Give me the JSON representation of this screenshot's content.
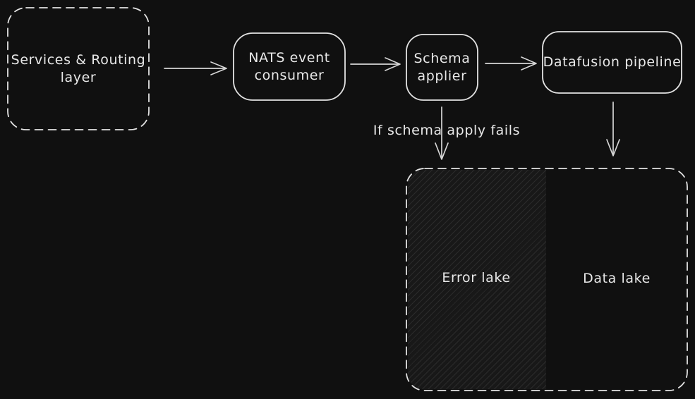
{
  "diagram": {
    "background_color": "#101010",
    "stroke_color": "#e3e3e3",
    "nodes": {
      "services": {
        "line1": "Services & Routing",
        "line2": "layer",
        "border": "dashed"
      },
      "nats": {
        "line1": "NATS event",
        "line2": "consumer",
        "border": "solid"
      },
      "schema": {
        "line1": "Schema",
        "line2": "applier",
        "border": "solid"
      },
      "datafusion": {
        "label": "Datafusion pipeline",
        "border": "solid"
      },
      "lakes": {
        "border": "dashed",
        "error_label": "Error lake",
        "data_label": "Data lake",
        "error_fill": "diagonal-hatch"
      }
    },
    "edges": {
      "services_to_nats": {
        "direction": "right"
      },
      "nats_to_schema": {
        "direction": "right"
      },
      "schema_to_datafusion": {
        "direction": "right"
      },
      "schema_to_error_lake": {
        "direction": "down",
        "label": "If schema apply fails"
      },
      "datafusion_to_data_lake": {
        "direction": "down"
      }
    }
  }
}
